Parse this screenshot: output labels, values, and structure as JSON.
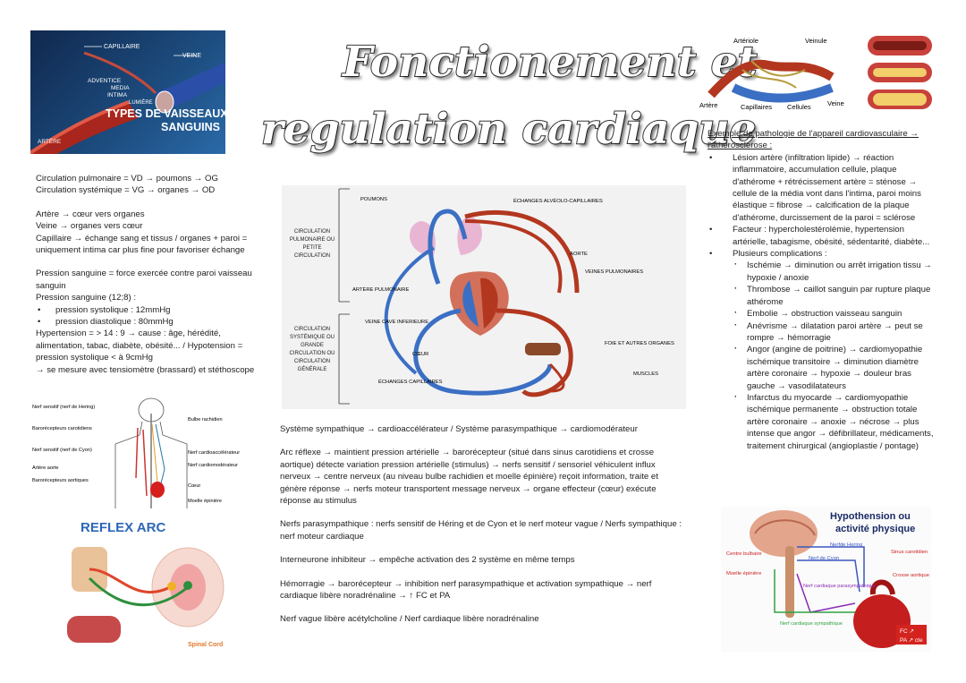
{
  "title": {
    "line1": "Fonctionement et",
    "line2": "regulation cardiaque"
  },
  "vessels_image": {
    "title_line1": "TYPES DE VAISSEAUX",
    "title_line2": "SANGUINS",
    "labels": {
      "capillaire": "CAPILLAIRE",
      "veine": "VEINE",
      "adventice": "ADVENTICE",
      "media": "MEDIA",
      "intima": "INTIMA",
      "lumiere": "LUMIÈRE",
      "artere": "ARTÈRE"
    }
  },
  "left_text": {
    "circ1": "Circulation pulmonaire = VD → poumons → OG",
    "circ2": "Circulation systémique = VG → organes → OD",
    "art": "Artère → cœur vers organes",
    "vein": "Veine → organes vers cœur",
    "cap": "Capillaire → échange sang et tissus / organes + paroi = uniquement intima car plus fine pour favoriser échange",
    "pression_def": "Pression sanguine = force exercée contre paroi vaisseau sanguin",
    "pression_val": "Pression sanguine (12;8) :",
    "syst": "pression systolique : 12mmHg",
    "diast": "pression diastolique : 80mmHg",
    "hyper": "Hypertension = > 14 : 9 → cause : âge, hérédité, alimentation, tabac, diabète, obésité... / Hypotension = pression systolique < à 9cmHg",
    "mesure": "→ se mesure avec tensiomètre (brassard) et stéthoscope"
  },
  "circ_diagram": {
    "poumons": "POUMONS",
    "echanges_alv": "ÉCHANGES ALVÉOLO-CAPILLAIRES",
    "circ_pulm": "CIRCULATION PULMONAIRE OU PETITE CIRCULATION",
    "aorte": "AORTE",
    "veines_pulm": "VEINES PULMONAIRES",
    "artere_pulm": "ARTÈRE PULMONAIRE",
    "veine_cave": "VEINE CAVE INFERIEURE",
    "circ_syst": "CIRCULATION SYSTÉMIQUE OU GRANDE CIRCULATION OU CIRCULATION GÉNÉRALE",
    "coeur": "CŒUR",
    "foie": "FOIE ET AUTRES ORGANES",
    "muscles": "MUSCLES",
    "echanges_cap": "ÉCHANGES CAPILLAIRES"
  },
  "nerve_diagram": {
    "labels_left": [
      "Nerf sensitif (nerf de Hering)",
      "Barorécepteurs carotidiens",
      "Nerf sensitif (nerf de Cyon)",
      "Artère aorte",
      "Barorécepteurs aortiques"
    ],
    "labels_right": [
      "Bulbe rachidien",
      "Nerf cardioaccélérateur",
      "Nerf cardiomodérateur",
      "Cœur",
      "Moelle épinière"
    ]
  },
  "reflex_arc": {
    "title": "REFLEX ARC",
    "spinal": "Spinal Cord"
  },
  "middle_text": {
    "p1": "Système sympathique → cardioaccélérateur / Système parasympathique → cardiomodérateur",
    "p2": "Arc réflexe → maintient pression artérielle → barorécepteur (situé dans sinus carotidiens et crosse aortique) détecte variation pression artérielle (stimulus) → nerfs sensitif / sensoriel véhiculent influx nerveux → centre nerveux (au niveau bulbe rachidien et moelle épinière) reçoit information, traite et génère réponse → nerfs moteur transportent message nerveux → organe effecteur (cœur) exécute réponse au stimulus",
    "p3": "Nerfs parasympathique : nerfs sensitif de Héring et de Cyon et le nerf moteur vague / Nerfs sympathique : nerf moteur cardiaque",
    "p4": "Interneurone inhibiteur → empêche activation des 2 système en même temps",
    "p5": "Hémorragie → barorécepteur → inhibition nerf parasympathique et activation sympathique → nerf cardiaque libère noradrénaline → ↑ FC et PA",
    "p6": "Nerf vague libère acétylcholine / Nerf cardiaque libère noradrénaline"
  },
  "capillary_image": {
    "arteriole": "Artériole",
    "veinule": "Veinule",
    "artere": "Artère",
    "capillaires": "Capillaires",
    "cellules": "Cellules",
    "veine": "Veine"
  },
  "right_text": {
    "heading": "Exemple de pathologie de l'appareil cardiovasculaire → l'athérosclérose :",
    "b1": "Lésion artère (infiltration lipide) → réaction inflammatoire, accumulation cellule, plaque d'athérome + rétrécissement artère = sténose → cellule de la média vont dans l'intima, paroi moins élastique = fibrose → calcification de la plaque d'athérome, durcissement de la paroi = sclérose",
    "b2": "Facteur : hypercholestérolémie, hypertension artérielle, tabagisme, obésité, sédentarité, diabète...",
    "b3": "Plusieurs complications :",
    "subs": [
      "Ischémie → diminution ou arrêt irrigation tissu → hypoxie / anoxie",
      "Thrombose → caillot sanguin par rupture plaque athérome",
      "Embolie → obstruction vaisseau sanguin",
      "Anévrisme → dilatation paroi artère → peut se rompre → hémorragie",
      "Angor (angine de poitrine) → cardiomyopathie ischémique transitoire → diminution diamètre artère coronaire → hypoxie → douleur bras gauche → vasodilatateurs",
      "Infarctus du myocarde → cardiomyopathie ischémique permanente → obstruction totale artère coronaire → anoxie → nécrose → plus intense que angor → défibrillateur, médicaments, traitement chirurgical (angioplastie / pontage)"
    ]
  },
  "hypo_image": {
    "title_line1": "Hypothension ou",
    "title_line2": "activité physique",
    "centre_bulbaire": "Centre bulbaire",
    "moelle": "Moelle épinière",
    "nerf_hering": "Nerfde Hering",
    "nerf_cyon": "Nerf de Cyon",
    "nerf_para": "Nerf cardiaque parasympathique",
    "sinus": "Sinus carotidien",
    "crosse": "Crosse aortique",
    "nerf_symp": "Nerf cardiaque sympathique",
    "fc": "FC ↗",
    "pa": "PA ↗ cte"
  },
  "colors": {
    "artery_red": "#b3371f",
    "vein_blue": "#3b6fc4",
    "lung_pink": "#e8b6d3",
    "organ_brown": "#8a4a2a"
  }
}
